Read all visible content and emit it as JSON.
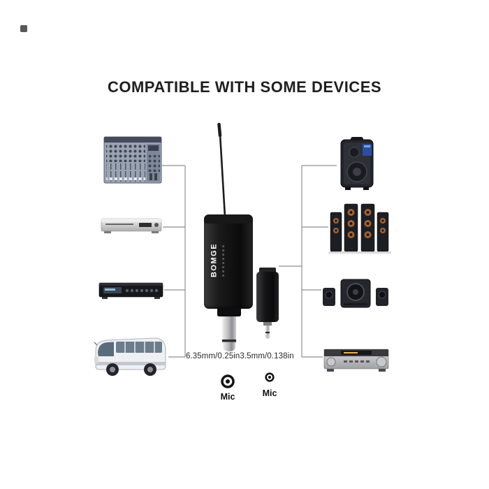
{
  "title": "COMPATIBLE WITH SOME DEVICES",
  "receiver": {
    "brand": "BOMGE"
  },
  "jack_specs": {
    "quarter_inch": "6.35mm/0.25in",
    "eighth_inch": "3.5mm/0.138in"
  },
  "mic_labels": {
    "quarter_inch": "Mic",
    "eighth_inch": "Mic"
  },
  "devices": {
    "left": [
      {
        "icon": "audio-mixer-icon"
      },
      {
        "icon": "dvd-player-icon"
      },
      {
        "icon": "audio-processor-icon"
      },
      {
        "icon": "bus-icon"
      }
    ],
    "right": [
      {
        "icon": "portable-pa-speaker-icon"
      },
      {
        "icon": "tower-speakers-icon"
      },
      {
        "icon": "multimedia-speaker-set-icon"
      },
      {
        "icon": "av-receiver-icon"
      }
    ]
  },
  "colors": {
    "background": "#ffffff",
    "title_text": "#1f1f1f",
    "connector_line": "#8f8f8f",
    "receiver_body": "#121212",
    "brand_text": "#ffffff",
    "accent_blue": "#2b4fa0",
    "accent_copper": "#a5622f"
  }
}
